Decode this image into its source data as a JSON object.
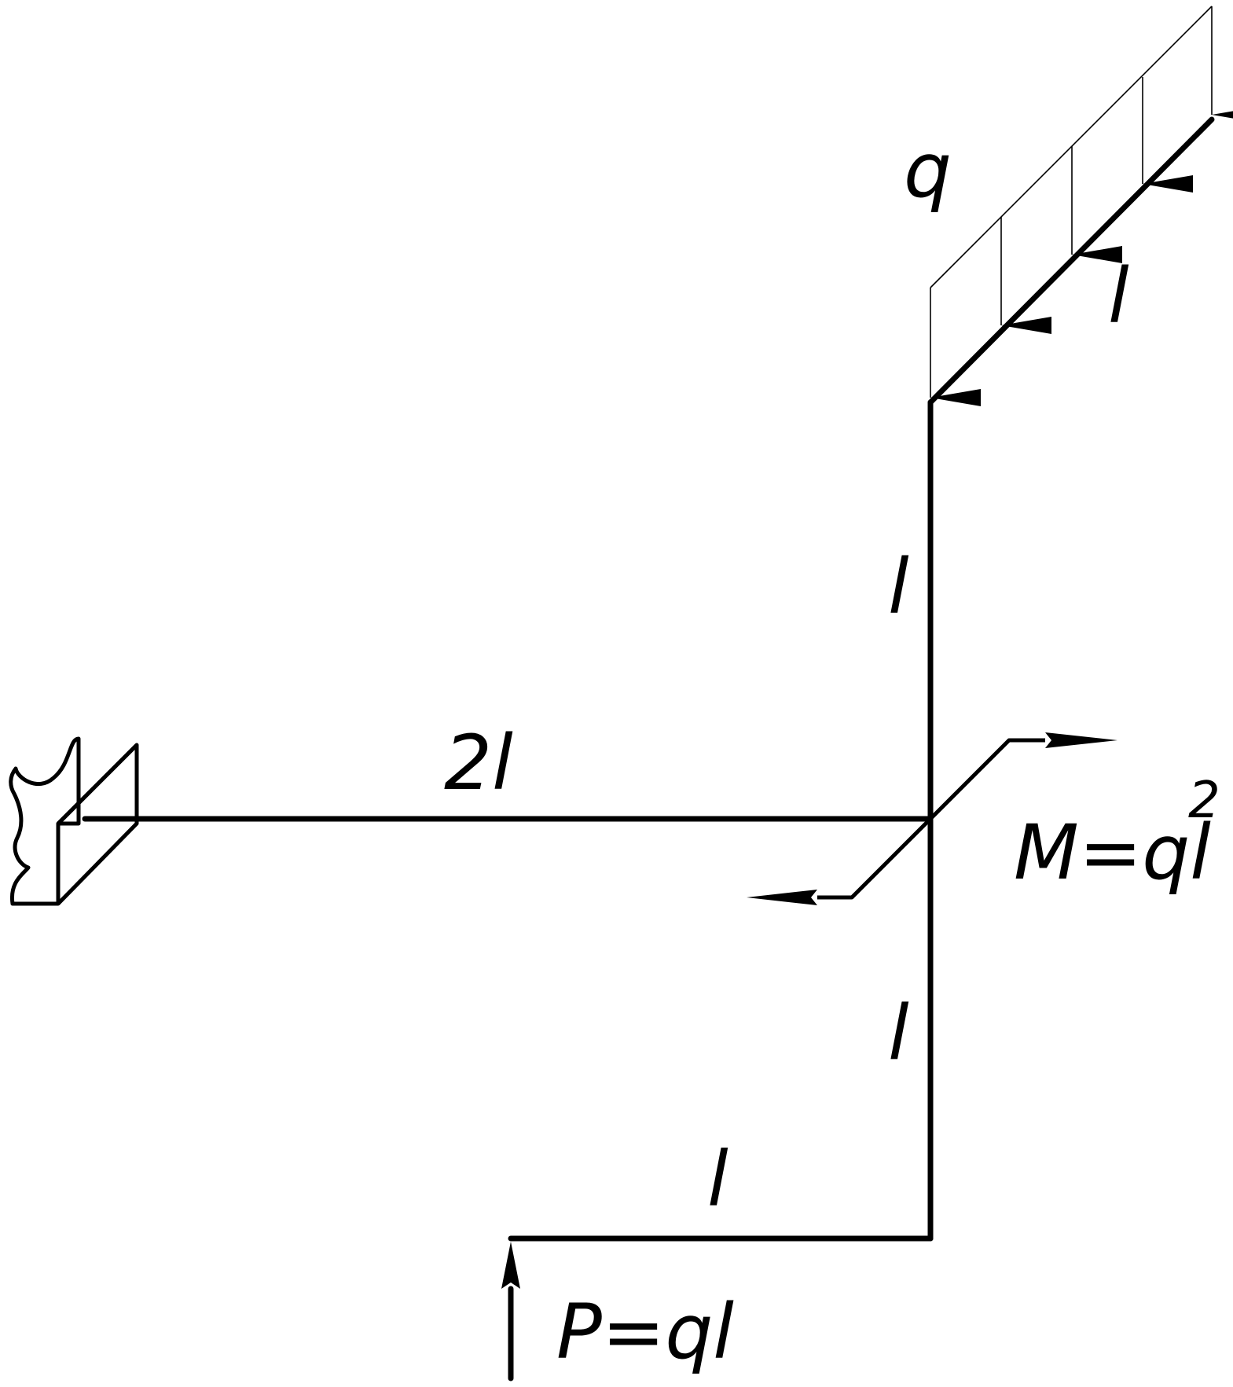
{
  "labels": {
    "q": "q",
    "len_dist": "l",
    "len_upper": "l",
    "len_2l": "2l",
    "moment": "M=ql",
    "moment_exp": "2",
    "len_lower": "l",
    "len_bottom": "l",
    "force": "P=ql"
  }
}
